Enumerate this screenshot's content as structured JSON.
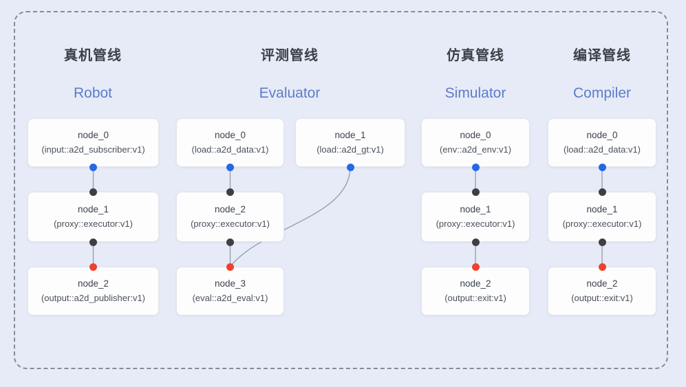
{
  "diagram": {
    "type": "pipeline-node-graph",
    "colors": {
      "background": "#e7ebf7",
      "frame_dash": "#878b95",
      "node_background": "#fdfdfe",
      "node_border": "#e3e5ea",
      "title_text": "#3b4046",
      "subtitle_text": "#5b7cc9",
      "node_text": "#3c424c",
      "edge_line": "#8f99ad",
      "output_port_dot": "#2469e3",
      "proxy_port_dot": "#3e3f42",
      "final_port_dot": "#ee4130"
    }
  },
  "pipelines": [
    {
      "title_zh": "真机管线",
      "title_en": "Robot",
      "nodes": [
        {
          "name": "node_0",
          "detail": "(input::a2d_subscriber:v1)"
        },
        {
          "name": "node_1",
          "detail": "(proxy::executor:v1)"
        },
        {
          "name": "node_2",
          "detail": "(output::a2d_publisher:v1)"
        }
      ]
    },
    {
      "title_zh": "评测管线",
      "title_en": "Evaluator",
      "nodes": [
        {
          "name": "node_0",
          "detail": "(load::a2d_data:v1)"
        },
        {
          "name": "node_1",
          "detail": "(load::a2d_gt:v1)"
        },
        {
          "name": "node_2",
          "detail": "(proxy::executor:v1)"
        },
        {
          "name": "node_3",
          "detail": "(eval::a2d_eval:v1)"
        }
      ]
    },
    {
      "title_zh": "仿真管线",
      "title_en": "Simulator",
      "nodes": [
        {
          "name": "node_0",
          "detail": "(env::a2d_env:v1)"
        },
        {
          "name": "node_1",
          "detail": "(proxy::executor:v1)"
        },
        {
          "name": "node_2",
          "detail": "(output::exit:v1)"
        }
      ]
    },
    {
      "title_zh": "编译管线",
      "title_en": "Compiler",
      "nodes": [
        {
          "name": "node_0",
          "detail": "(load::a2d_data:v1)"
        },
        {
          "name": "node_1",
          "detail": "(proxy::executor:v1)"
        },
        {
          "name": "node_2",
          "detail": "(output::exit:v1)"
        }
      ]
    }
  ]
}
